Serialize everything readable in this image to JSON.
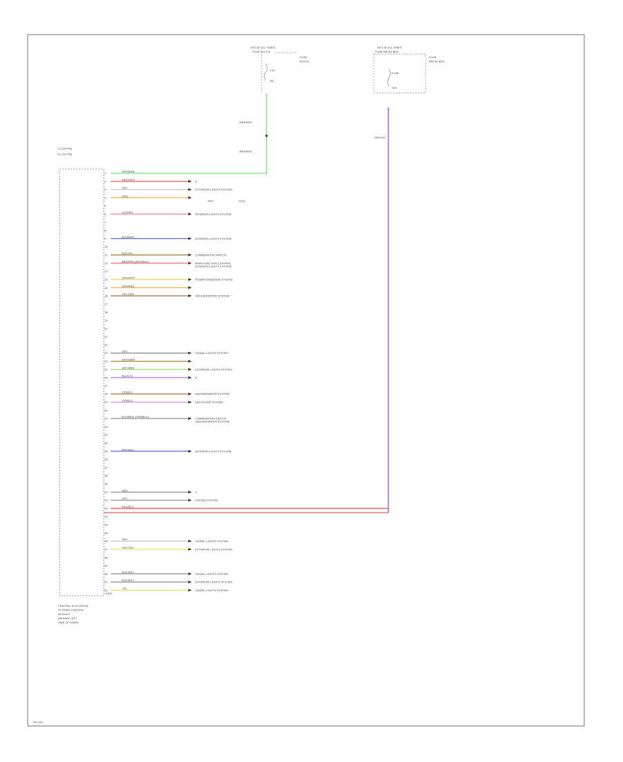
{
  "colors": {
    "frame": "#888888",
    "text": "#444444",
    "terminal": "#333333",
    "green": "#7ee07e",
    "red": "#e66b6b",
    "lightgray": "#c8c8c8",
    "orange": "#f2b04a",
    "pink": "#f07a96",
    "blue": "#7070e6",
    "brown": "#b27a45",
    "yellow": "#e8e05a",
    "gray": "#909090",
    "purple": "#b86adf",
    "violet": "#d58ae8",
    "lime": "#a8e07a",
    "redwire": "#e25a5a"
  },
  "fuses": [
    {
      "title": "HOT AT ALL TIMES",
      "sub": "FUSE BLOCK",
      "fuse": "F10",
      "amps": "5A"
    },
    {
      "title": "HOT AT ALL TIMES",
      "sub": "FUSE RELAY BOX",
      "fuse": "FUSE",
      "amps": "10A"
    }
  ],
  "feed_wires": [
    {
      "label": "BRN/RED"
    },
    {
      "label": "BRN/RED"
    },
    {
      "label": "RED/VIO"
    }
  ],
  "connector": {
    "title_lines": [
      "C1 (20 PIN)",
      "C2 (20 PIN)"
    ],
    "bottom_pin": "G402",
    "caption_lines": [
      "CENTRAL ELECTRICAL",
      "SYSTEM CONTROL",
      "MODULE",
      "(BEHIND LEFT",
      "SIDE OF DASH)"
    ]
  },
  "pins": [
    {
      "num": "1",
      "wire": "GRN/BRN",
      "color": "green",
      "dest": ""
    },
    {
      "num": "2",
      "wire": "WHT/RED",
      "color": "red",
      "dest": "A"
    },
    {
      "num": "3",
      "wire": "GRY",
      "color": "lightgray",
      "dest": "EXTERIOR LIGHTS SYSTEM"
    },
    {
      "num": "4",
      "wire": "ORG",
      "color": "orange",
      "dest": ""
    },
    {
      "num": "5",
      "wire": "",
      "color": "",
      "dest": ""
    },
    {
      "num": "6",
      "wire": "VIO/RED",
      "color": "pink",
      "dest": "INTERIOR LIGHTS SYSTEM"
    },
    {
      "num": "7",
      "wire": "",
      "color": "",
      "dest": ""
    },
    {
      "num": "8",
      "wire": "",
      "color": "",
      "dest": ""
    },
    {
      "num": "9",
      "wire": "BLU/WHT",
      "color": "blue",
      "dest": "INTERIOR LIGHTS SYSTEM"
    },
    {
      "num": "10",
      "wire": "",
      "color": "",
      "dest": ""
    },
    {
      "num": "11",
      "wire": "BLK/YEL",
      "color": "brown",
      "dest": "COMBINATION SWITCH"
    },
    {
      "num": "12",
      "wire": "BRN/RED (BRN/BLK)",
      "color": "red",
      "dest": "MAIN FUNCTION CONTROL"
    },
    {
      "num": "13",
      "wire": "",
      "color": "",
      "dest": ""
    },
    {
      "num": "14",
      "wire": "GRN/WHT",
      "color": "yellow",
      "dest": "POWER WINDOWS SYSTEM"
    },
    {
      "num": "15",
      "wire": "GRN/RED",
      "color": "orange",
      "dest": ""
    },
    {
      "num": "16",
      "wire": "YEL/GRN",
      "color": "brown",
      "dest": "WASHER/WIPER SYSTEM"
    },
    {
      "num": "17",
      "wire": "",
      "color": "",
      "dest": ""
    },
    {
      "num": "18",
      "wire": "",
      "color": "",
      "dest": ""
    },
    {
      "num": "19",
      "wire": "",
      "color": "",
      "dest": ""
    },
    {
      "num": "20",
      "wire": "",
      "color": "",
      "dest": ""
    },
    {
      "num": "21",
      "wire": "",
      "color": "",
      "dest": ""
    },
    {
      "num": "22",
      "wire": "",
      "color": "",
      "dest": ""
    },
    {
      "num": "23",
      "wire": "GRY",
      "color": "gray",
      "dest": "SIGNAL LIGHTS SYSTEM"
    },
    {
      "num": "24",
      "wire": "WHT/BRN",
      "color": "brown",
      "dest": ""
    },
    {
      "num": "25",
      "wire": "GRY/BRN",
      "color": "lime",
      "dest": "EXTERIOR LIGHTS SYSTEM"
    },
    {
      "num": "26",
      "wire": "BLU/VIO",
      "color": "purple",
      "dest": "B"
    },
    {
      "num": "27",
      "wire": "",
      "color": "",
      "dest": ""
    },
    {
      "num": "28",
      "wire": "VIO/BLK",
      "color": "brown",
      "dest": "WASHER/WIPER SYSTEM"
    },
    {
      "num": "29",
      "wire": "VIO/BLU",
      "color": "violet",
      "dest": "DEFOGGER SYSTEM"
    },
    {
      "num": "30",
      "wire": "",
      "color": "",
      "dest": ""
    },
    {
      "num": "31",
      "wire": "BLU/BRN (GRN/BLK)",
      "color": "gray",
      "dest": "COMBINATION SWITCH"
    },
    {
      "num": "32",
      "wire": "",
      "color": "",
      "dest": ""
    },
    {
      "num": "33",
      "wire": "",
      "color": "",
      "dest": ""
    },
    {
      "num": "34",
      "wire": "",
      "color": "",
      "dest": ""
    },
    {
      "num": "35",
      "wire": "WHT/BLU",
      "color": "blue",
      "dest": "INTERIOR LIGHTS SYSTEM"
    },
    {
      "num": "36",
      "wire": "",
      "color": "",
      "dest": ""
    },
    {
      "num": "37",
      "wire": "",
      "color": "",
      "dest": ""
    },
    {
      "num": "38",
      "wire": "",
      "color": "",
      "dest": ""
    },
    {
      "num": "39",
      "wire": "",
      "color": "",
      "dest": ""
    },
    {
      "num": "40",
      "wire": "GRY",
      "color": "gray",
      "dest": "C"
    },
    {
      "num": "41",
      "wire": "GRY",
      "color": "gray",
      "dest": "CRUISE SYSTEM"
    },
    {
      "num": "42",
      "wire": "RED/BLU",
      "color": "redwire",
      "dest": ""
    },
    {
      "num": "43",
      "wire": "",
      "color": "",
      "dest": ""
    },
    {
      "num": "44",
      "wire": "",
      "color": "",
      "dest": ""
    },
    {
      "num": "45",
      "wire": "",
      "color": "",
      "dest": ""
    },
    {
      "num": "46",
      "wire": "GRY",
      "color": "lightgray",
      "dest": "SIGNAL LIGHTS SYSTEM"
    },
    {
      "num": "47",
      "wire": "GRY/YEL",
      "color": "yellow",
      "dest": "EXTERIOR LIGHTS SYSTEM"
    },
    {
      "num": "48",
      "wire": "",
      "color": "",
      "dest": ""
    },
    {
      "num": "49",
      "wire": "",
      "color": "",
      "dest": ""
    },
    {
      "num": "50",
      "wire": "BLK/WHT",
      "color": "gray",
      "dest": "SIGNAL LIGHTS SYSTEM"
    },
    {
      "num": "51",
      "wire": "BLK/WHT",
      "color": "gray",
      "dest": "EXTERIOR LIGHTS SYSTEM"
    },
    {
      "num": "52",
      "wire": "YEL",
      "color": "yellow",
      "dest": "SIGNAL LIGHTS SYSTEM"
    }
  ],
  "sublabels": [
    {
      "pin_index": 3,
      "text": "GRY",
      "end_text": "S101"
    },
    {
      "pin_index": 11,
      "text": "",
      "end_text": "INTERIOR LIGHTS SYSTEM"
    },
    {
      "pin_index": 30,
      "text": "",
      "end_text": "WASHER/WIPER SYSTEM"
    }
  ],
  "footer": {
    "code": "PG-100"
  }
}
